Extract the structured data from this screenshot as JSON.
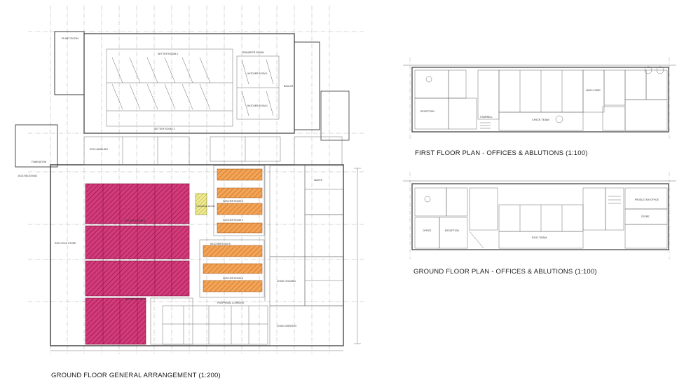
{
  "captions": {
    "ground_general": "GROUND FLOOR GENERAL ARRANGEMENT (1:200)",
    "first_offices": "FIRST FLOOR PLAN - OFFICES & ABLUTIONS (1:100)",
    "ground_offices": "GROUND FLOOR PLAN - OFFICES & ABLUTIONS (1:100)"
  },
  "colors": {
    "setter_hatch": "#c2185b",
    "hatcher_hatch": "#e8862b",
    "transfer_hatch": "#d6d03a",
    "line": "#3a3a3a"
  },
  "general_arrangement": {
    "plant_room": "PLANT ROOM",
    "setter_room_2": "SETTER ROOM 2",
    "setter_room_1": "SETTER ROOM 1",
    "transfer_room": "TRANSFER ROOM",
    "hatcher_room_1": "HATCHER ROOM 1",
    "hatcher_room_2": "HATCHER ROOM 2",
    "boiler": "BOILER",
    "egg_handling": "EGG HANDLING",
    "fumigation": "FUMIGATION",
    "egg_receiving": "EGG RECEIVING",
    "egg_cold_store": "EGG COLD STORE",
    "setter_room_3": "SETTER ROOM 3",
    "setter_room_4": "SETTER ROOM 4",
    "transfer_room_small": "TRANSFER ROOM",
    "hatcher_room_3": "HATCHER ROOM 3",
    "hatcher_room_4": "HATCHER ROOM 4",
    "hatcher_room_5": "HATCHER ROOM 5",
    "hatcher_room_6": "HATCHER ROOM 6",
    "chick_holding": "CHICK HOLDING",
    "chick_dispatch": "CHICK DISPATCH",
    "peripheral_corridor": "PERIPHERAL CORRIDOR",
    "waste": "WASTE"
  },
  "first_floor": {
    "chick_team": "CHICK TEAM",
    "reception": "RECEPTION",
    "stairwell": "STAIRWELL",
    "wash_lobby": "WASH LOBBY"
  },
  "ground_floor": {
    "egg_team": "EGG TEAM",
    "production_office": "PRODUCTION OFFICE",
    "office": "OFFICE",
    "reception": "RECEPTION",
    "store": "STORE"
  }
}
